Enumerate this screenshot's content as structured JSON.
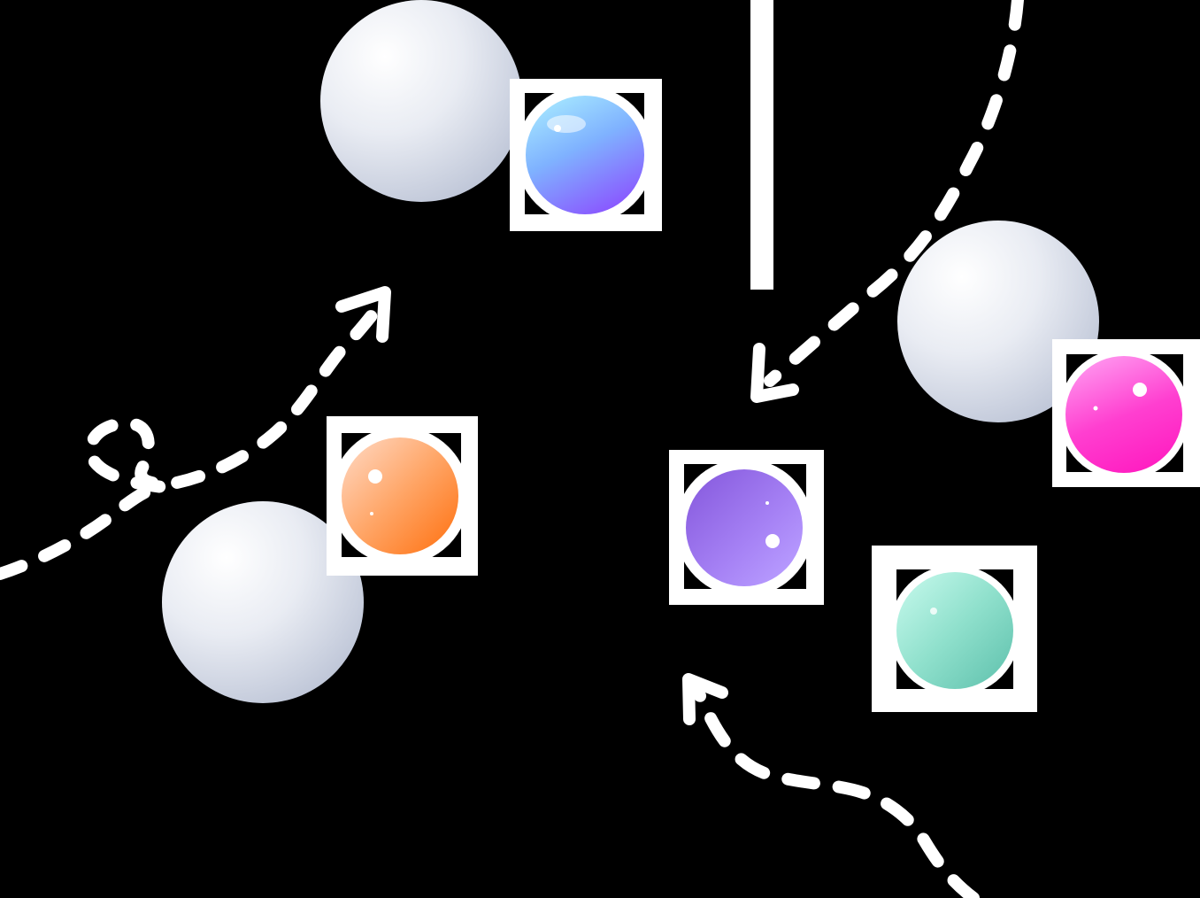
{
  "scene": {
    "background": "#000000",
    "stroke_color": "#ffffff",
    "white_spheres": 3,
    "colored_spheres": [
      "blue-violet",
      "pink",
      "orange",
      "purple",
      "teal"
    ],
    "arrows": 3
  },
  "colors": {
    "white_sphere_light": "#ffffff",
    "white_sphere_dark": "#b9c1d4",
    "blue_top": "#a6e8ff",
    "blue_bottom": "#8a54ff",
    "pink_top": "#ff9af0",
    "pink_bottom": "#ff1fc2",
    "orange_top": "#ffd0b4",
    "orange_bottom": "#ff7a1f",
    "purple_top": "#8a5ee0",
    "purple_bottom": "#b89cff",
    "teal_top": "#bdf5e7",
    "teal_bottom": "#67c6b2"
  }
}
